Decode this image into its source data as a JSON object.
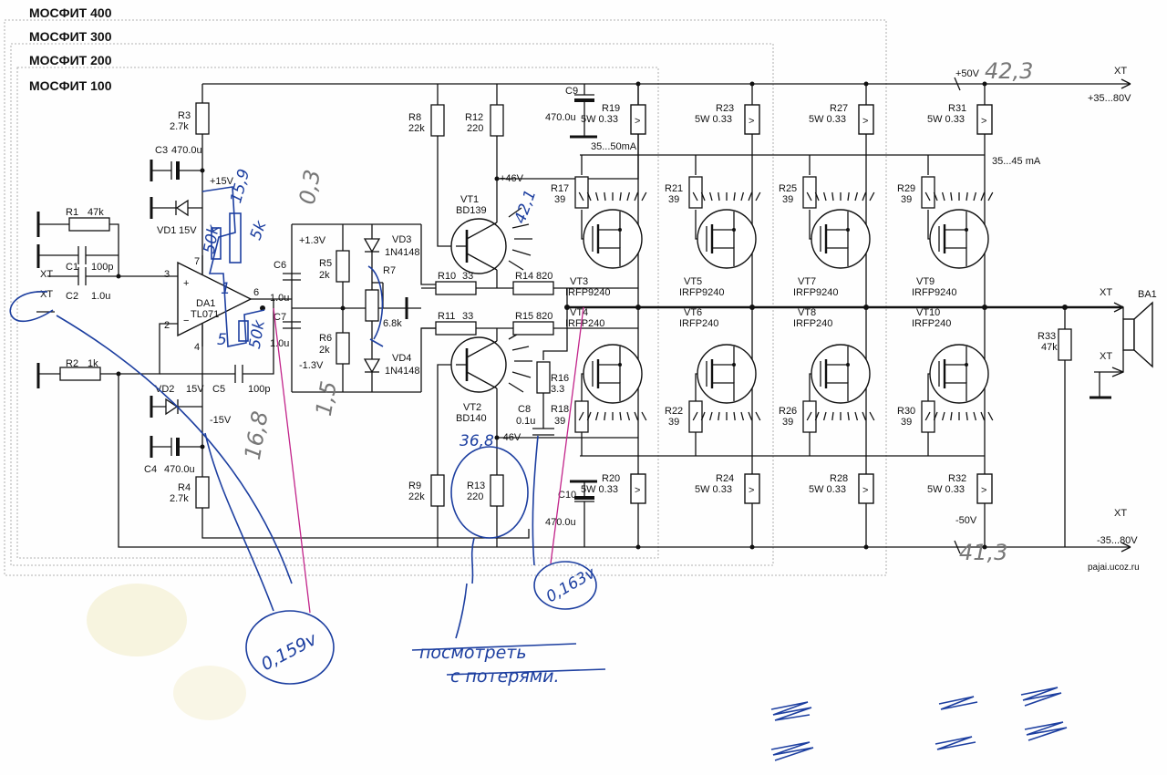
{
  "headers": [
    "МОСФИТ 400",
    "МОСФИТ 300",
    "МОСФИТ 200",
    "МОСФИТ 100"
  ],
  "components": {
    "r1": [
      "R1",
      "47k"
    ],
    "c1": [
      "C1",
      "100p"
    ],
    "c2": [
      "C2",
      "1.0u"
    ],
    "r2": [
      "R2",
      "1k"
    ],
    "r3": [
      "R3",
      "2.7k"
    ],
    "r4": [
      "R4",
      "2.7k"
    ],
    "c3": [
      "C3",
      "470.0u"
    ],
    "c4": [
      "C4",
      "470.0u"
    ],
    "c5": [
      "C5",
      "100p"
    ],
    "vd1": [
      "VD1",
      "15V"
    ],
    "vd2": [
      "VD2",
      "15V"
    ],
    "da1": [
      "DA1",
      "TL071"
    ],
    "c6": [
      "C6",
      "1.0u"
    ],
    "c7": [
      "C7",
      "1.0u"
    ],
    "r5": [
      "R5",
      "2k"
    ],
    "r6": [
      "R6",
      "2k"
    ],
    "r7": [
      "R7",
      "6.8k"
    ],
    "vd3": [
      "VD3",
      "1N4148"
    ],
    "vd4": [
      "VD4",
      "1N4148"
    ],
    "r8": [
      "R8",
      "22k"
    ],
    "r9": [
      "R9",
      "22k"
    ],
    "r12": [
      "R12",
      "220"
    ],
    "r13": [
      "R13",
      "220"
    ],
    "vt1": [
      "VT1",
      "BD139"
    ],
    "vt2": [
      "VT2",
      "BD140"
    ],
    "r10": [
      "R10",
      "33"
    ],
    "r11": [
      "R11",
      "33"
    ],
    "r14": [
      "R14",
      "820"
    ],
    "r15": [
      "R15",
      "820"
    ],
    "r16": [
      "R16",
      "3.3"
    ],
    "r18": [
      "R18",
      "39"
    ],
    "c8": [
      "C8",
      "0.1u"
    ],
    "c9": [
      "C9",
      "470.0u"
    ],
    "c10": [
      "C10",
      "470.0u"
    ],
    "r17": [
      "R17",
      "39"
    ],
    "r21": [
      "R21",
      "39"
    ],
    "r25": [
      "R25",
      "39"
    ],
    "r29": [
      "R29",
      "39"
    ],
    "r22": [
      "R22",
      "39"
    ],
    "r26": [
      "R26",
      "39"
    ],
    "r30": [
      "R30",
      "39"
    ],
    "r19": [
      "R19",
      "5W 0.33"
    ],
    "r23": [
      "R23",
      "5W 0.33"
    ],
    "r27": [
      "R27",
      "5W 0.33"
    ],
    "r31": [
      "R31",
      "5W 0.33"
    ],
    "r20": [
      "R20",
      "5W 0.33"
    ],
    "r24": [
      "R24",
      "5W 0.33"
    ],
    "r28": [
      "R28",
      "5W 0.33"
    ],
    "r32": [
      "R32",
      "5W 0.33"
    ],
    "vt3": [
      "VT3",
      "IRFP9240"
    ],
    "vt5": [
      "VT5",
      "IRFP9240"
    ],
    "vt7": [
      "VT7",
      "IRFP9240"
    ],
    "vt9": [
      "VT9",
      "IRFP9240"
    ],
    "vt4": [
      "VT4",
      "IRFP240"
    ],
    "vt6": [
      "VT6",
      "IRFP240"
    ],
    "vt8": [
      "VT8",
      "IRFP240"
    ],
    "vt10": [
      "VT10",
      "IRFP240"
    ],
    "r33": [
      "R33",
      "47k"
    ],
    "ba1": "BA1"
  },
  "labels": {
    "xt": "XT",
    "plus15": "+15V",
    "minus15": "-15V",
    "plus13": "+1.3V",
    "minus13": "-1.3V",
    "plus46": "+46V",
    "minus46": "-46V",
    "plus50": "+50V",
    "minus50": "-50V",
    "supply_pos": "+35...80V",
    "supply_neg": "-35...80V",
    "idle1": "35...50mA",
    "idle2": "35...45 mA",
    "pin3": "3",
    "pin2": "2",
    "pin7": "7",
    "pin4": "4",
    "pin6": "6",
    "plus": "+",
    "minus": "−",
    "site": "pajai.ucoz.ru"
  },
  "handwritten": {
    "v159": "0,159v",
    "v163": "0,163v",
    "v_top": "42,3",
    "v_bot": "41,3",
    "v_vt1": "42,1",
    "v_vt2": "36,8",
    "v_15": "15,9",
    "v_16": "16,8",
    "v_03": "0,3",
    "v_05": "1,5",
    "pot_5k": "5k",
    "pot_50k_a": "50k",
    "pot_50k_b": "50k",
    "num1": "1",
    "num5": "5",
    "scribble1": "посмотреть",
    "scribble2": "с потерями."
  }
}
